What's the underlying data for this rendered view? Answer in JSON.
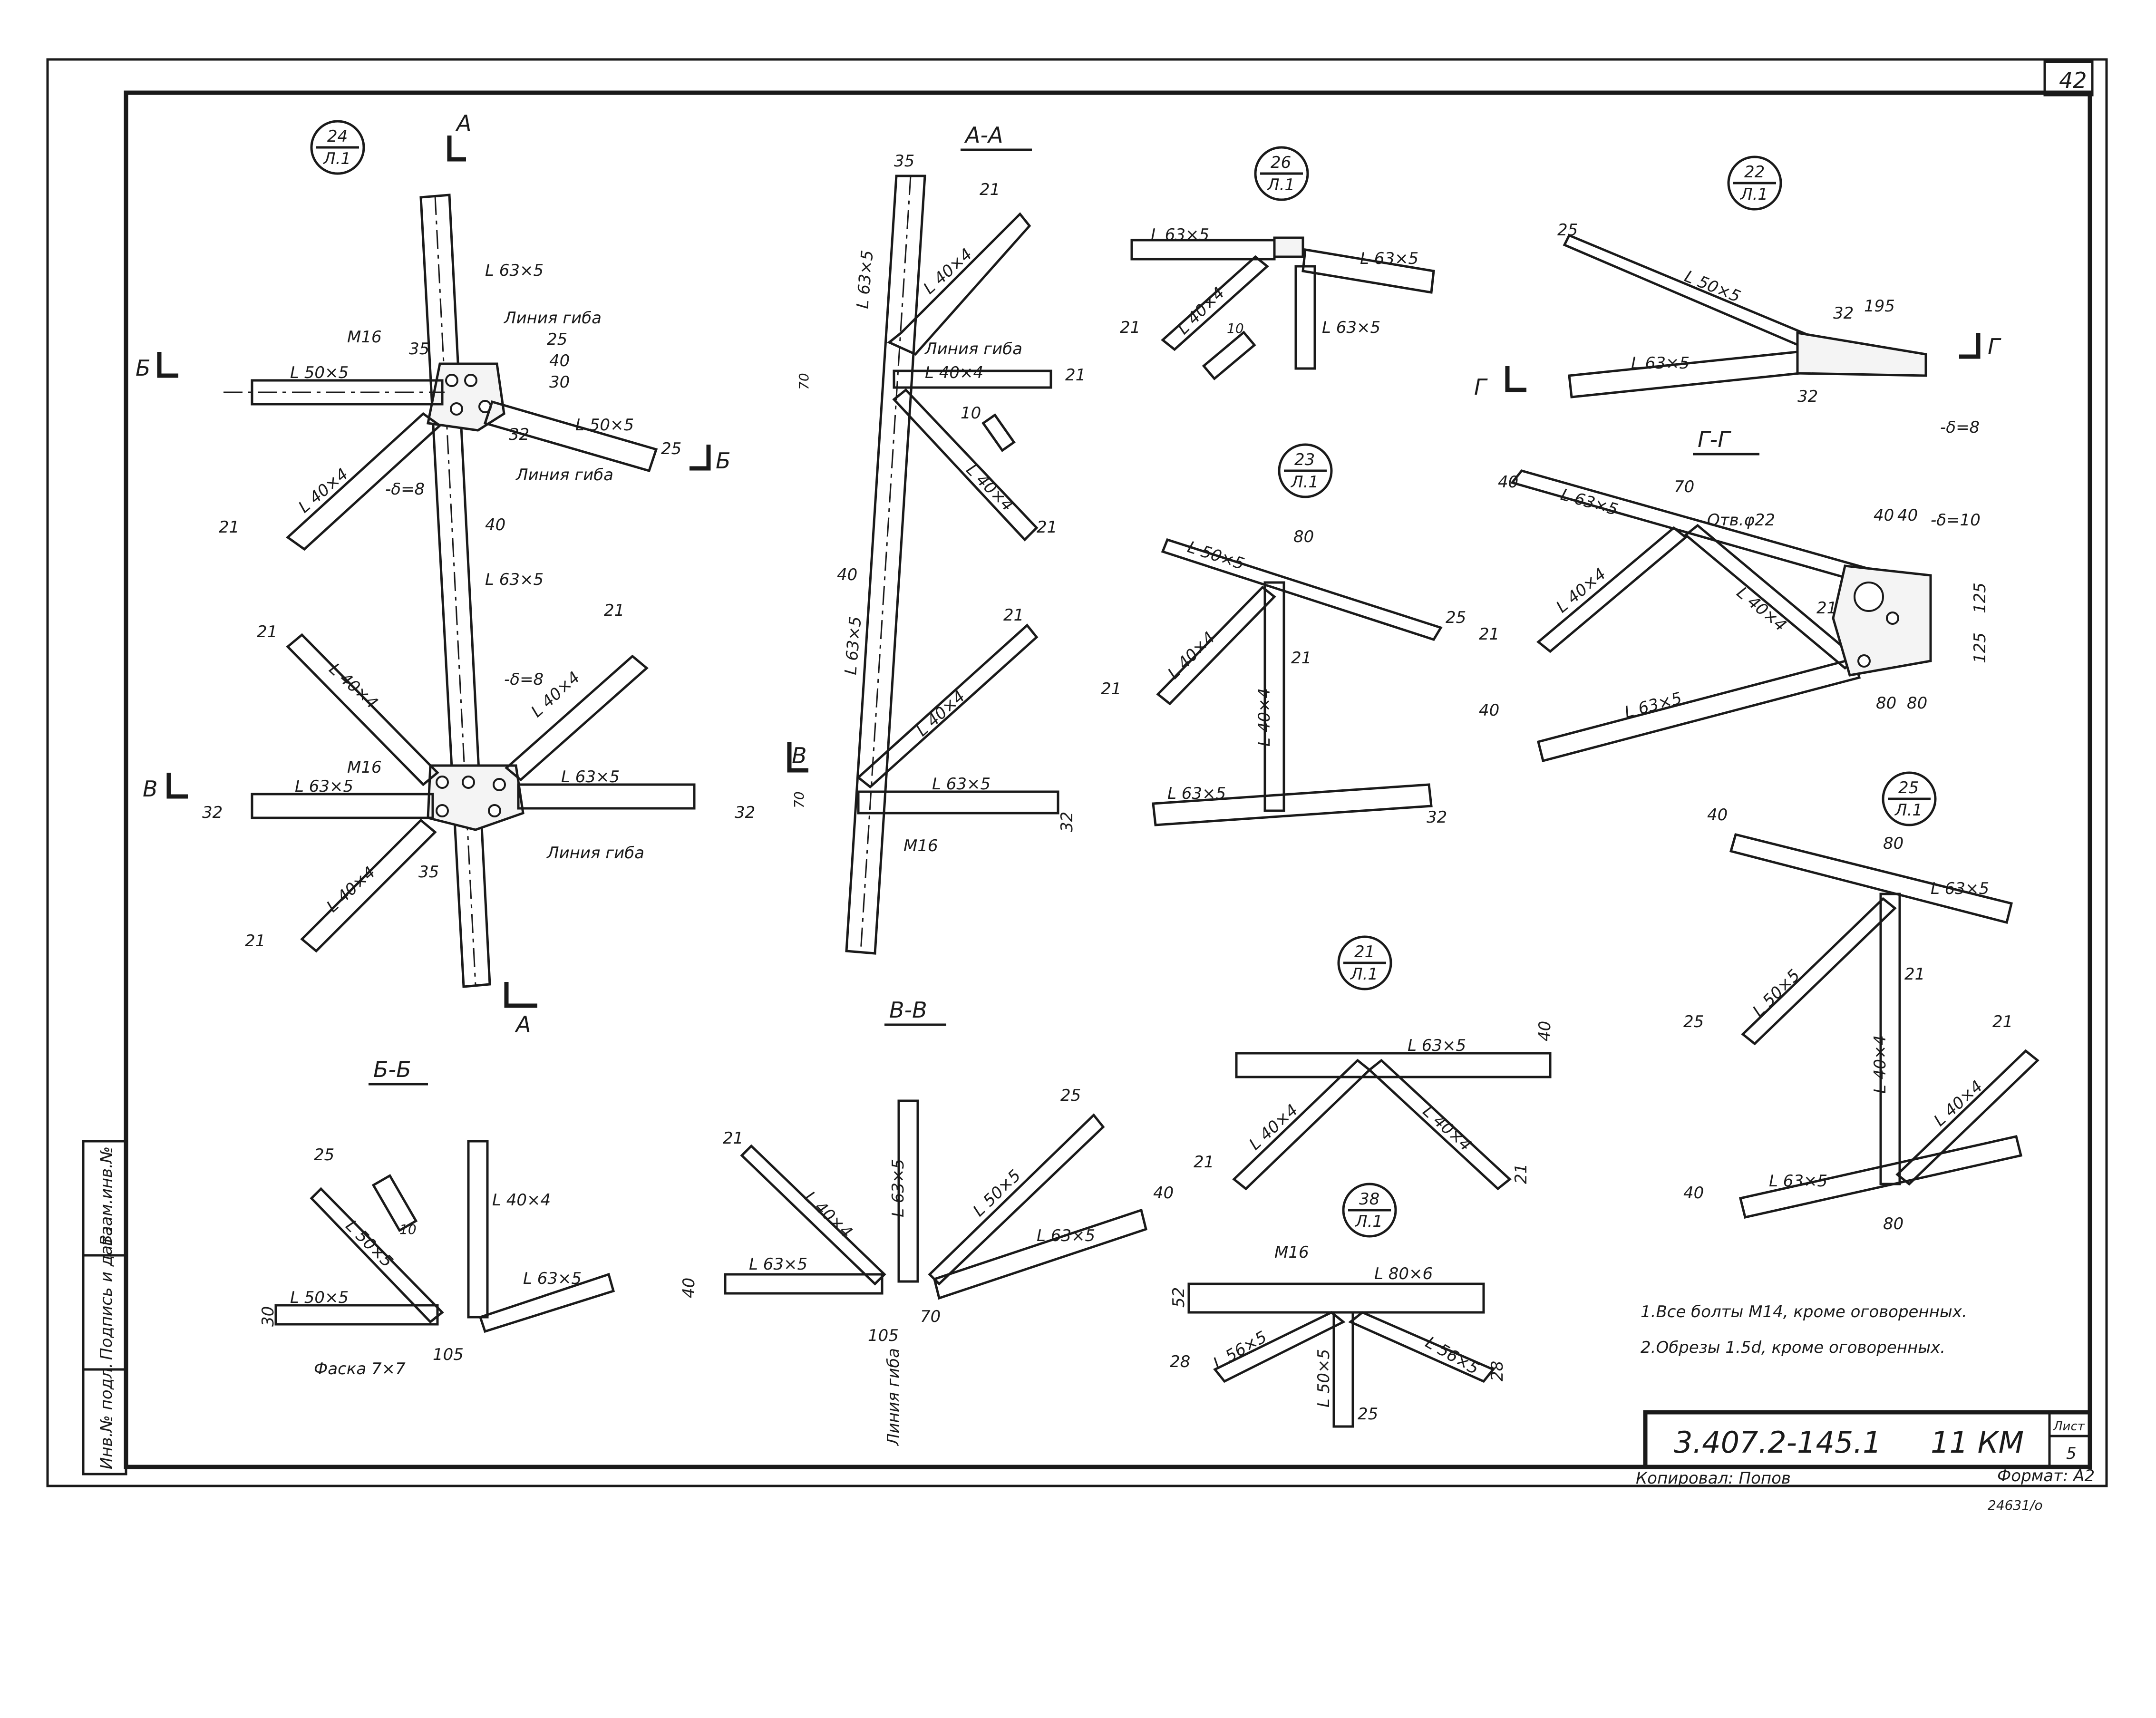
{
  "sheet_number": "42",
  "document_code": "3.407.2-145.1",
  "document_mark": "11 КМ",
  "sheet_label": "Лист",
  "sheet_no": "5",
  "copied_by": "Копировал: Попов",
  "format": "Формат: А2",
  "archive_no": "24631/о",
  "notes": [
    "1.Все болты М14, кроме оговоренных.",
    "2.Обрезы 1.5d, кроме оговоренных."
  ],
  "stamp_cells": [
    "Инв.№ подл.",
    "Подпись и дата",
    "Взам.инв.№"
  ],
  "nodes": {
    "n24": {
      "num": "24",
      "sheet": "Л.1"
    },
    "n26": {
      "num": "26",
      "sheet": "Л.1"
    },
    "n22": {
      "num": "22",
      "sheet": "Л.1"
    },
    "n23": {
      "num": "23",
      "sheet": "Л.1"
    },
    "n25": {
      "num": "25",
      "sheet": "Л.1"
    },
    "n21": {
      "num": "21",
      "sheet": "Л.1"
    },
    "n38": {
      "num": "38",
      "sheet": "Л.1"
    }
  },
  "sections": {
    "aa": "А-А",
    "bb": "Б-Б",
    "vv": "В-В",
    "gg": "Г-Г",
    "a": "А",
    "b": "Б",
    "v": "В",
    "g": "Г"
  },
  "labels": {
    "l63x5": "L 63×5",
    "l50x5": "L 50×5",
    "l40x4": "L 40×4",
    "l80x6": "L 80×6",
    "l56x5": "L 56×5",
    "m16": "М16",
    "bend_line": "Линия гиба",
    "plate8": "-δ=8",
    "plate10": "-δ=10",
    "hole22": "Отв.φ22",
    "chamfer": "Фаска 7×7"
  },
  "dims": {
    "d21": "21",
    "d25": "25",
    "d32": "32",
    "d35": "35",
    "d40": "40",
    "d30": "30",
    "d70": "70",
    "d80": "80",
    "d105": "105",
    "d125": "125",
    "d195": "195",
    "d28": "28",
    "d10": "10",
    "d52": "52"
  }
}
